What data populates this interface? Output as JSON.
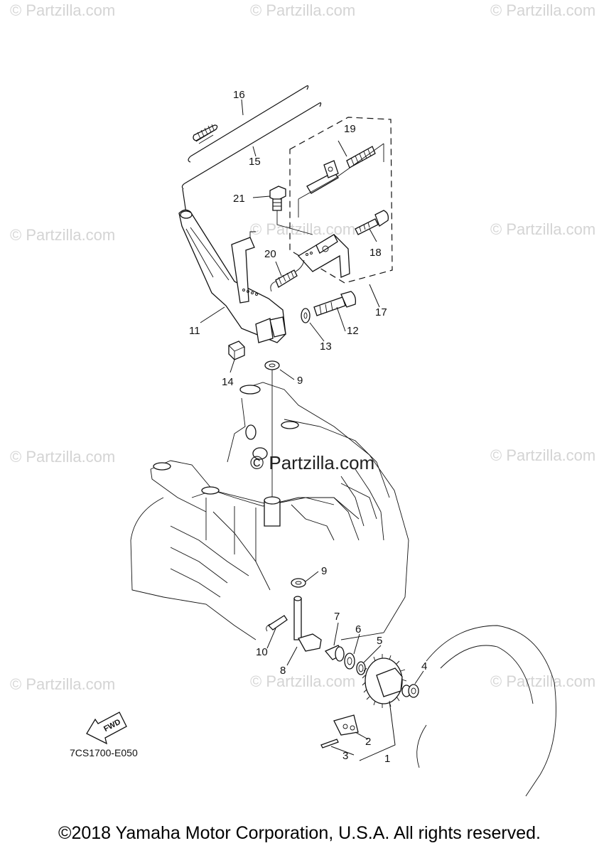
{
  "watermarks": {
    "text": "© Partzilla.com",
    "center_text": "© Partzilla.com"
  },
  "diagram_code": "7CS1700-E050",
  "fwd_label": "FWD",
  "copyright": "©2018 Yamaha Motor Corporation, U.S.A. All rights reserved.",
  "callouts": [
    "1",
    "2",
    "3",
    "4",
    "5",
    "6",
    "7",
    "8",
    "9",
    "9",
    "10",
    "11",
    "12",
    "13",
    "14",
    "15",
    "16",
    "17",
    "18",
    "19",
    "20",
    "21"
  ]
}
